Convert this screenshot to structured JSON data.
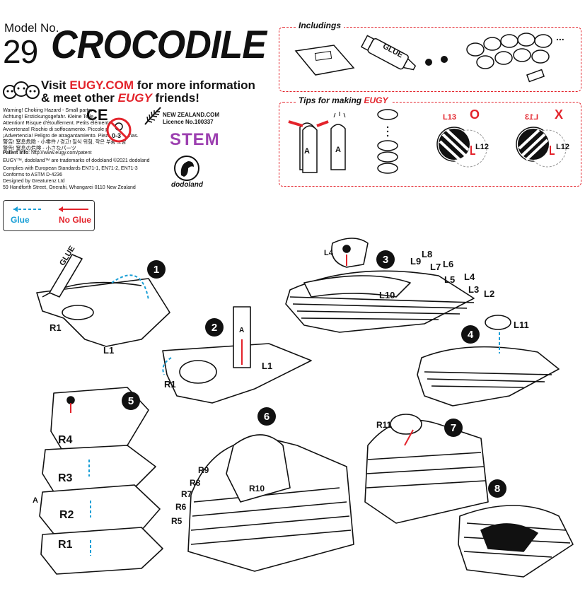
{
  "header": {
    "model_label": "Model No.",
    "model_number": "29",
    "title": "CROCODILE",
    "visit_prefix": "Visit ",
    "visit_site": "EUGY.COM",
    "visit_suffix": " for more information",
    "visit_line2_prefix": "& meet other ",
    "visit_line2_brand": "EUGY",
    "visit_line2_suffix": " friends!"
  },
  "warnings": [
    "Warning! Choking Hazard - Small parts.",
    "Achtung! Erstickungsgefahr. Kleine Teile.",
    "Attention! Risque d'étouffement. Petits éléments.",
    "Avvertenza! Rischio di soffocamento. Piccole parti.",
    "¡Advertencia! Peligro de atragantamiento. Piezas pequeñas.",
    "警告! 窒息危險 - 小零件 / 경고! 질식 위험, 작은 부품 포함",
    "警告! 窒息の危険 - 小さなパーツ"
  ],
  "ce_mark": "CE",
  "age_badge": "0-3",
  "nz": {
    "line1": "NEW ZEALAND.COM",
    "line2": "Licence No.100337"
  },
  "stem": "STEM",
  "patent_label": "Patent Info",
  "patent_url": "http://www.eugy.com/patent",
  "trademark": "EUGY™, dodoland™ are trademarks of dodoland ©2021 dodoland",
  "standards": [
    "Complies with European Standards EN71-1, EN71-2, EN71-3",
    "Conforms to ASTM D-4236"
  ],
  "designer": [
    "Designed by Greaturenz Ltd",
    "59 Handforth Street, Onerahi, Whangarei 0110 New Zealand"
  ],
  "dodoland": "dodoland",
  "includings": {
    "title": "Includings",
    "glue": "GLUE",
    "more": "..."
  },
  "tips": {
    "title": "Tips for making",
    "brand": "EUGY",
    "a": "A",
    "l13": "L13",
    "l12": "L12",
    "ok": "O",
    "bad": "X"
  },
  "legend": {
    "glue": "Glue",
    "no_glue": "No Glue"
  },
  "steps": {
    "s1": {
      "num": "1",
      "glue": "GLUE",
      "labels": [
        "R1",
        "L1"
      ]
    },
    "s2": {
      "num": "2",
      "labels": [
        "A",
        "L1",
        "R1"
      ]
    },
    "s3": {
      "num": "3",
      "labels": [
        "L4",
        "L10",
        "L9",
        "L8",
        "L7",
        "L6",
        "L5",
        "L4",
        "L3",
        "L2"
      ]
    },
    "s4": {
      "num": "4",
      "labels": [
        "L11"
      ]
    },
    "s5": {
      "num": "5",
      "labels": [
        "R4",
        "R3",
        "A",
        "R2",
        "R1"
      ]
    },
    "s6": {
      "num": "6",
      "labels": [
        "R9",
        "R8",
        "R7",
        "R6",
        "R5",
        "R10"
      ]
    },
    "s7": {
      "num": "7",
      "labels": [
        "R11"
      ]
    },
    "s8": {
      "num": "8"
    }
  },
  "colors": {
    "red": "#e3232b",
    "blue": "#1a9fd6"
  }
}
